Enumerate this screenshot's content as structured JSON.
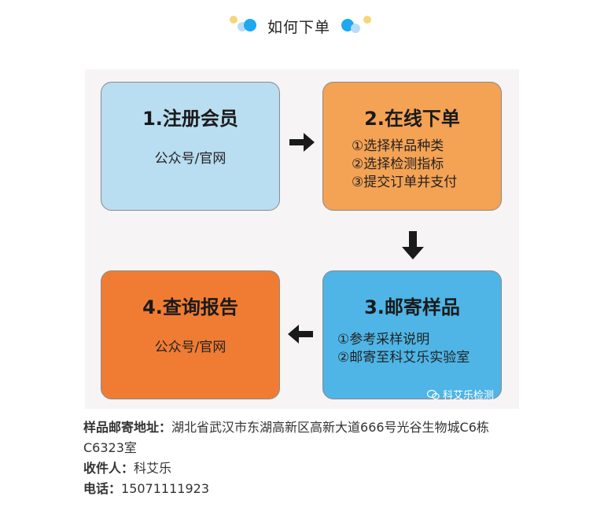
{
  "header": {
    "title": "如何下单",
    "dot_colors": [
      "#f5d67a",
      "#1ea8f0",
      "#b8dcf7"
    ]
  },
  "steps": [
    {
      "title": "1.注册会员",
      "subtitle": "公众号/官网",
      "color": "#b9ddf1"
    },
    {
      "title": "2.在线下单",
      "items": [
        "①选择样品种类",
        "②选择检测指标",
        "③提交订单并支付"
      ],
      "color": "#f4a254"
    },
    {
      "title": "3.邮寄样品",
      "items": [
        "①参考采样说明",
        "②邮寄至科艾乐实验室"
      ],
      "color": "#4eb5e6"
    },
    {
      "title": "4.查询报告",
      "subtitle": "公众号/官网",
      "color": "#f07c33"
    }
  ],
  "watermark": "科艾乐检测",
  "info": {
    "address_label": "样品邮寄地址：",
    "address_value": "湖北省武汉市东湖高新区高新大道666号光谷生物城C6栋",
    "address_value_2": "C6323室",
    "recipient_label": "收件人：",
    "recipient_value": "科艾乐",
    "phone_label": "电话：",
    "phone_value": "15071111923"
  }
}
